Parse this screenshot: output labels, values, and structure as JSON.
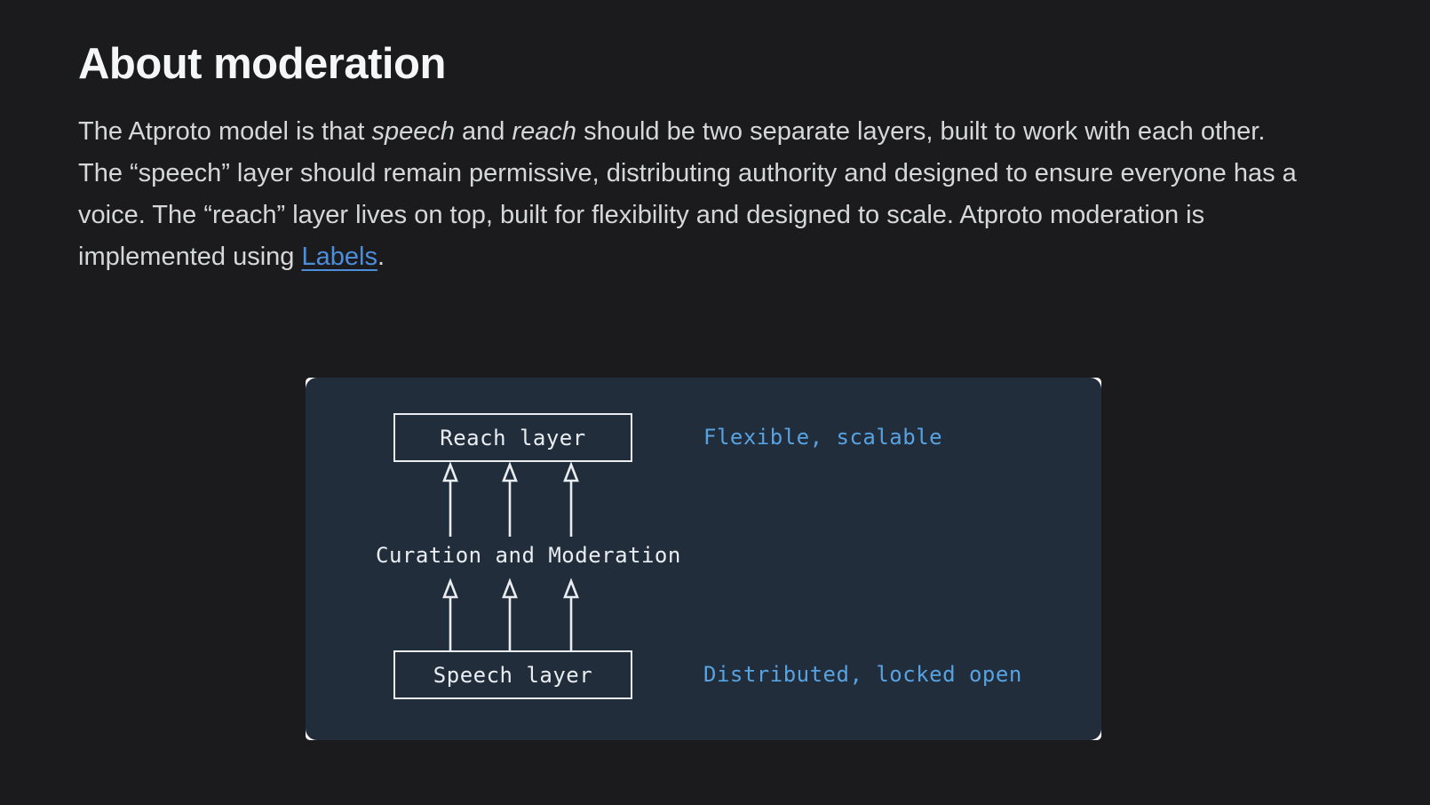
{
  "header": {
    "title": "About moderation"
  },
  "paragraph": {
    "segments": [
      {
        "text": "The Atproto model is that "
      },
      {
        "text": "speech",
        "style": "italic"
      },
      {
        "text": " and "
      },
      {
        "text": "reach",
        "style": "italic"
      },
      {
        "text": " should be two separate layers, built to work with each other. The “speech” layer should remain permissive, distributing authority and designed to ensure everyone has a voice. The “reach” layer lives on top, built for flexibility and designed to scale. Atproto moderation is implemented using "
      },
      {
        "text": "Labels",
        "style": "link"
      },
      {
        "text": "."
      }
    ]
  },
  "diagram": {
    "reach_box_label": "Reach layer",
    "reach_annotation": "Flexible, scalable",
    "middle_label": "Curation and Moderation",
    "speech_box_label": "Speech layer",
    "speech_annotation": "Distributed, locked open"
  },
  "colors": {
    "page_background": "#1b1b1e",
    "panel_background": "#222d3c",
    "diagram_foreground": "#e9edf1",
    "diagram_annotation_blue": "#57a2e0",
    "link_blue": "#4d8edc",
    "body_text": "#d6d7d9",
    "heading_text": "#f5f6f7"
  }
}
